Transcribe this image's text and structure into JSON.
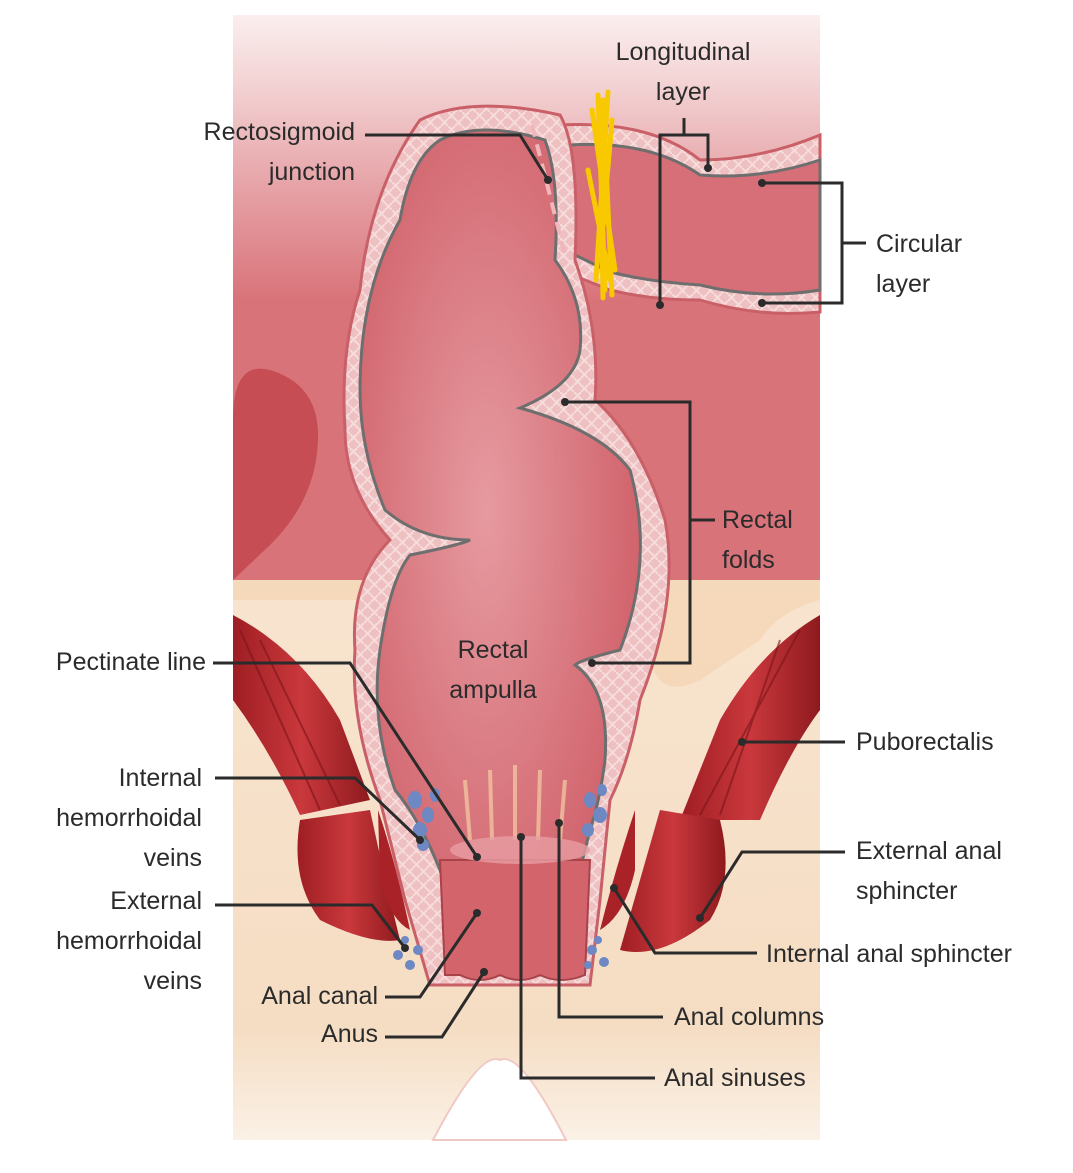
{
  "labels": {
    "longitudinal_layer": "Longitudinal\nlayer",
    "rectosigmoid_junction": "Rectosigmoid\njunction",
    "circular_layer": "Circular\nlayer",
    "rectal_folds": "Rectal\nfolds",
    "rectal_ampulla": "Rectal\nampulla",
    "pectinate_line": "Pectinate line",
    "puborectalis": "Puborectalis",
    "internal_hemorrhoidal_veins": "Internal\nhemorrhoidal\nveins",
    "external_anal_sphincter": "External anal\nsphincter",
    "external_hemorrhoidal_veins": "External\nhemorrhoidal\nveins",
    "internal_anal_sphincter": "Internal anal sphincter",
    "anal_canal": "Anal canal",
    "anal_columns": "Anal columns",
    "anus": "Anus",
    "anal_sinuses": "Anal sinuses"
  },
  "colors": {
    "background": "#ffffff",
    "panel_top": "#f5dada",
    "tissue_red": "#d9737a",
    "lumen": "#dc8288",
    "wall": "#e7a9ad",
    "wall_outline": "#6e6e6e",
    "muscle": "#b42a2e",
    "muscle_dark": "#8e1a1e",
    "fat": "#f3cfa2",
    "skin": "#f8e5cf",
    "veins": "#6d88c2",
    "highlight_scribble": "#f8c800",
    "leader_line": "#2b2b2b"
  }
}
